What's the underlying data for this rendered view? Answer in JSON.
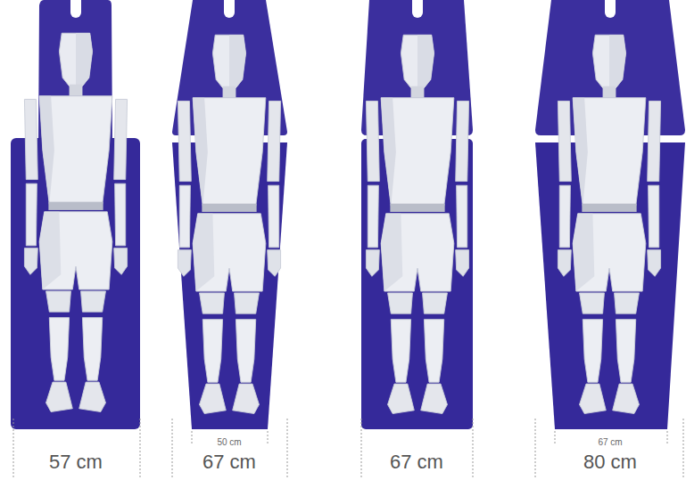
{
  "diagram": {
    "labels": [
      "57 cm",
      "50 cm",
      "67 cm",
      "67 cm",
      "67 cm",
      "80 cm"
    ]
  }
}
